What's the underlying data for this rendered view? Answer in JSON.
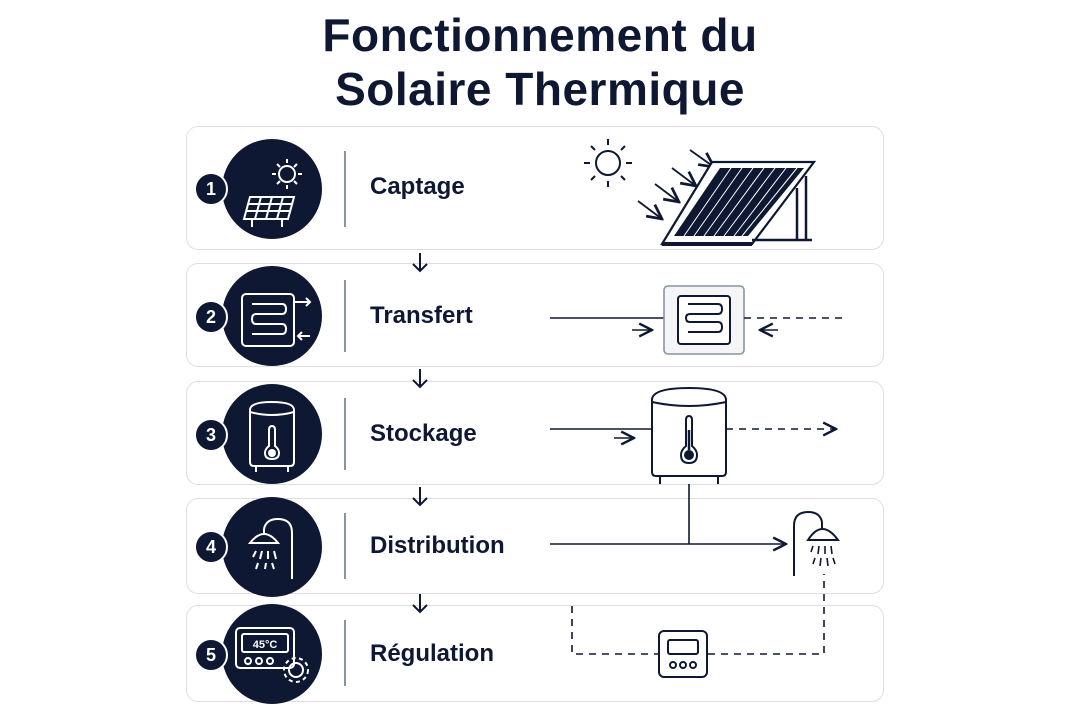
{
  "title": {
    "line1": "Fonctionnement du",
    "line2": "Solaire Thermique"
  },
  "steps": [
    {
      "number": "1",
      "label": "Captage",
      "icon": "solar-panel-sun-icon"
    },
    {
      "number": "2",
      "label": "Transfert",
      "icon": "heat-exchanger-icon"
    },
    {
      "number": "3",
      "label": "Stockage",
      "icon": "storage-tank-thermometer-icon"
    },
    {
      "number": "4",
      "label": "Distribution",
      "icon": "shower-icon"
    },
    {
      "number": "5",
      "label": "Régulation",
      "icon": "thermostat-controller-icon"
    }
  ],
  "thermostat_display": "45°C",
  "colors": {
    "navy": "#0f1833",
    "border": "#dcdfe5",
    "divider": "#8a93a6"
  }
}
